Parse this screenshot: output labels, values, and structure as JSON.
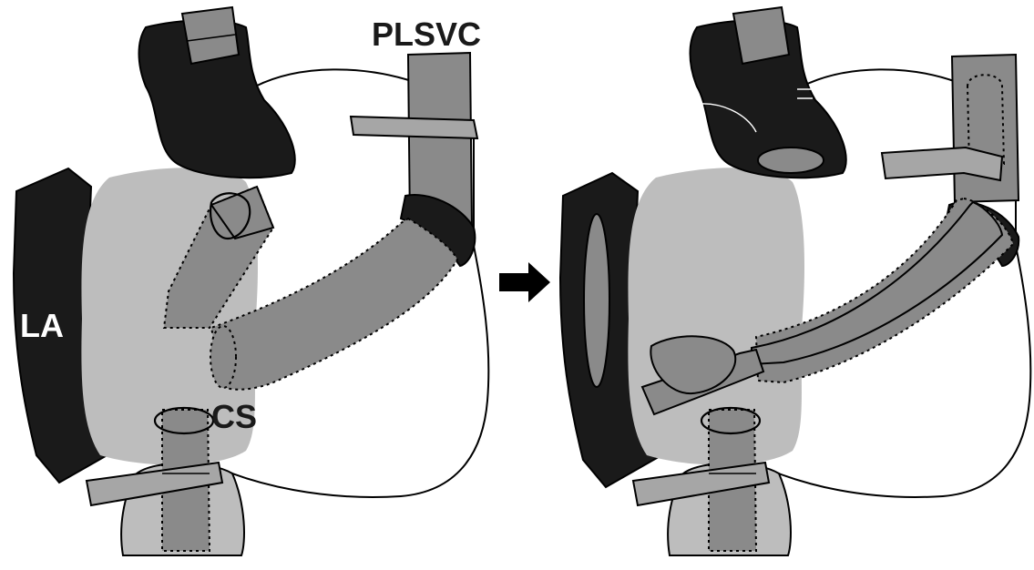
{
  "labels": {
    "plsvc": "PLSVC",
    "la": "LA",
    "cs": "CS"
  },
  "colors": {
    "dark_tissue": "#1a1a1a",
    "atrium_fill": "#bdbdbd",
    "vessel_fill": "#8a8a8a",
    "band_fill": "#a6a6a6",
    "background": "#ffffff"
  },
  "icons": {
    "transition_arrow": "arrow-right-icon"
  }
}
